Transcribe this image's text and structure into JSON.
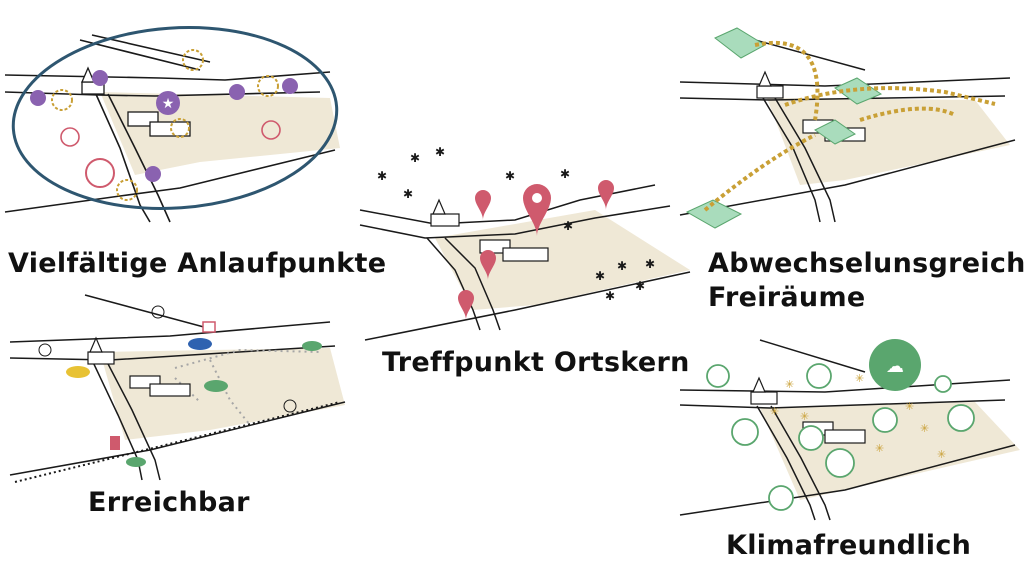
{
  "colors": {
    "ink": "#1a1a1a",
    "field": "#efe8d6",
    "ring": "#2e5670",
    "purple": "#8a62b0",
    "pink": "#cf5a6d",
    "gold": "#c9a036",
    "green": "#5aa66e",
    "greenLight": "#a9dcbc",
    "blue": "#2f62b0",
    "yellow": "#e8c234",
    "dashGrey": "#a6a6a6"
  },
  "panels": [
    {
      "id": "anlaufpunkte",
      "lines": [
        "Vielfältige Anlaufpunkte"
      ]
    },
    {
      "id": "erreichbar",
      "lines": [
        "Erreichbar"
      ]
    },
    {
      "id": "treffpunkt",
      "lines": [
        "Treffpunkt Ortskern"
      ]
    },
    {
      "id": "freiraeume",
      "lines": [
        "Abwechselunsgreiche",
        "Freiräume"
      ]
    },
    {
      "id": "klima",
      "lines": [
        "Klimafreundlich"
      ]
    }
  ]
}
